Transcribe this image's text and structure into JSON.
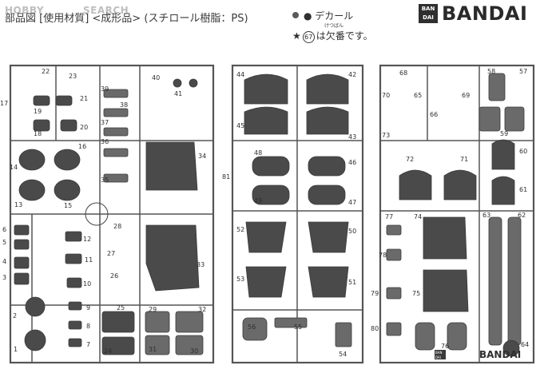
{
  "header": {
    "title": "部品図 [使用材質] <成形品> (スチロール樹脂：PS)",
    "decal_legend": "● デカール",
    "missing_note_prefix": "★",
    "missing_note_number": "67",
    "missing_note_suffix": "は欠番です。",
    "missing_note_ruby": "けつばん"
  },
  "watermark": {
    "left": "HOBBY",
    "right": "SEARCH"
  },
  "logo": {
    "box_top": "BAN",
    "box_bottom": "DAI",
    "word": "BANDAI"
  },
  "runner_left": {
    "part_numbers": [
      "1",
      "2",
      "3",
      "4",
      "5",
      "6",
      "7",
      "8",
      "9",
      "10",
      "11",
      "12",
      "13",
      "14",
      "15",
      "16",
      "17",
      "18",
      "19",
      "20",
      "21",
      "22",
      "23",
      "24",
      "25",
      "26",
      "27",
      "28",
      "29",
      "30",
      "31",
      "32",
      "33",
      "34",
      "35",
      "36",
      "37",
      "38",
      "39",
      "40",
      "41"
    ]
  },
  "runner_middle": {
    "part_numbers": [
      "42",
      "43",
      "44",
      "45",
      "46",
      "47",
      "48",
      "49",
      "50",
      "51",
      "52",
      "53",
      "54",
      "55",
      "56"
    ],
    "side_tab": "81"
  },
  "runner_right": {
    "part_numbers": [
      "57",
      "58",
      "59",
      "60",
      "61",
      "62",
      "63",
      "64",
      "65",
      "66",
      "68",
      "69",
      "70",
      "71",
      "72",
      "73",
      "74",
      "75",
      "76",
      "77",
      "78",
      "79",
      "80"
    ],
    "logo_box_top": "BAN",
    "logo_box_bottom": "DAI",
    "logo_word": "BANDAI"
  }
}
